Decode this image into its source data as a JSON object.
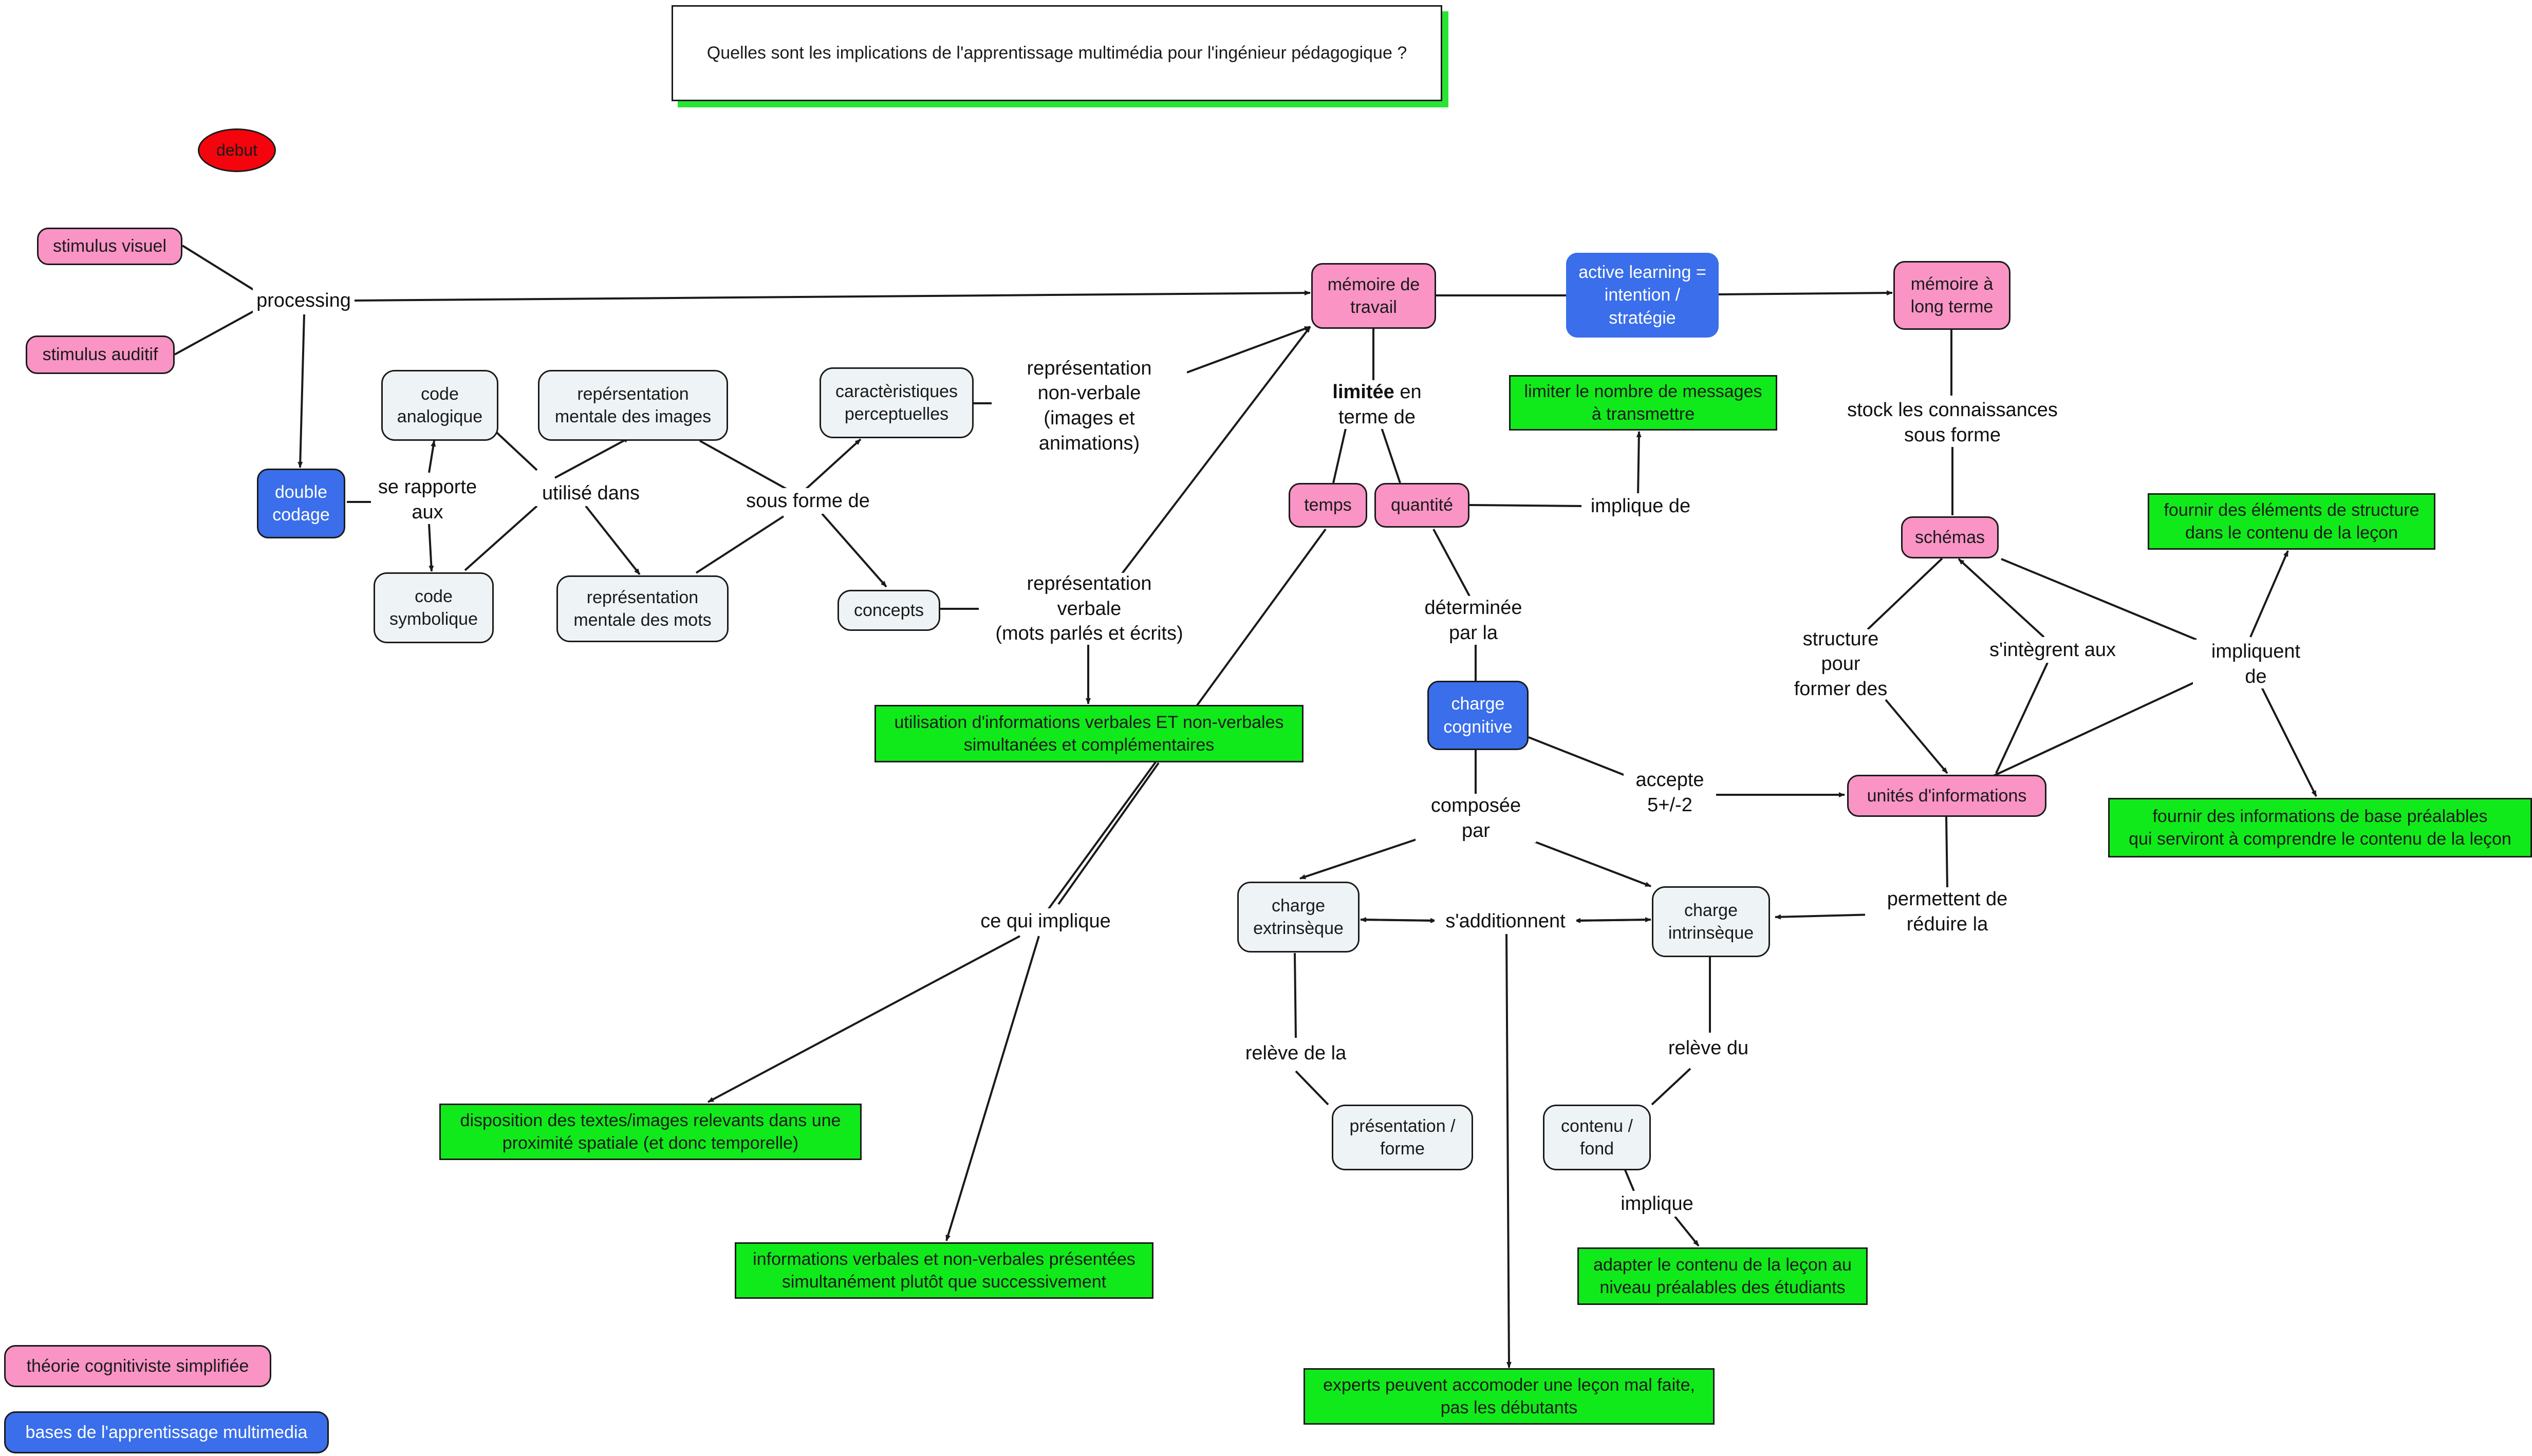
{
  "question": "Quelles sont les implications de l'apprentissage multimédia pour l'ingénieur pédagogique ?",
  "legend": {
    "pink_label": "théorie cognitiviste simplifiée",
    "blue_label": "bases de l'apprentissage multimedia"
  },
  "colors": {
    "pink": "#f994c5",
    "grey": "#eef3f5",
    "blue": "#3a6eea",
    "green": "#11ea1a",
    "red": "#f4040d",
    "line": "#1a1a1a"
  },
  "nodes": {
    "debut": "debut",
    "stimulus_visuel": "stimulus visuel",
    "stimulus_auditif": "stimulus auditif",
    "double_codage": "double\ncodage",
    "code_analogique": "code\nanalogique",
    "code_symbolique": "code\nsymbolique",
    "rep_images": "repérsentation\nmentale des images",
    "rep_mots": "représentation\nmentale des mots",
    "caracteristiques": "caractèristiques\nperceptuelles",
    "concepts": "concepts",
    "memoire_travail": "mémoire de\ntravail",
    "active_learning": "active learning =\nintention /\nstratégie",
    "memoire_long_terme": "mémoire à\nlong terme",
    "limiter_messages": "limiter le nombre de messages\nà transmettre",
    "temps": "temps",
    "quantite": "quantité",
    "schemas": "schémas",
    "fournir_structure": "fournir des éléments de structure\ndans le contenu de la leçon",
    "utilisation_info": "utilisation d'informations verbales ET non-verbales\nsimultanées et complémentaires",
    "charge_cognitive": "charge\ncognitive",
    "unites_info": "unités d'informations",
    "fournir_base": "fournir des informations de base préalables\nqui serviront à comprendre le contenu de la leçon",
    "charge_extrinseque": "charge\nextrinsèque",
    "charge_intrinseque": "charge\nintrinsèque",
    "presentation_forme": "présentation /\nforme",
    "contenu_fond": "contenu /\nfond",
    "disposition": "disposition des textes/images relevants dans une\nproximité spatiale (et donc temporelle)",
    "info_simultanees": "informations verbales et non-verbales présentées\nsimultanément plutôt que successivement",
    "adapter_contenu": "adapter le contenu de la leçon au\nniveau préalables des étudiants",
    "experts": "experts peuvent accomoder une leçon mal faite,\npas les débutants"
  },
  "labels": {
    "processing": "processing",
    "se_rapporte_aux": "se rapporte\naux",
    "utilise_dans": "utilisé dans",
    "sous_forme_de": "sous forme de",
    "rep_non_verbale": "représentation\nnon-verbale\n(images et animations)",
    "rep_verbale": "représentation\nverbale\n(mots parlés et écrits)",
    "limitee_bold": "limitée",
    "limitee_rest": " en\nterme de",
    "implique_de": "implique de",
    "stock_connaissances": "stock les connaissances\nsous forme",
    "determinee_par_la": "déterminée\npar la",
    "structure_pour": "structure\npour\nformer des",
    "s_integrent_aux": "s'intègrent aux",
    "impliquent_de": "impliquent\nde",
    "accepte": "accepte\n5+/-2",
    "composee_par": "composée\npar",
    "permettent_reduire": "permettent de\nréduire la",
    "s_additionnent": "s'additionnent",
    "ce_qui_implique": "ce qui implique",
    "releve_de_la": "relève de la",
    "releve_du": "relève du",
    "implique": "implique"
  }
}
